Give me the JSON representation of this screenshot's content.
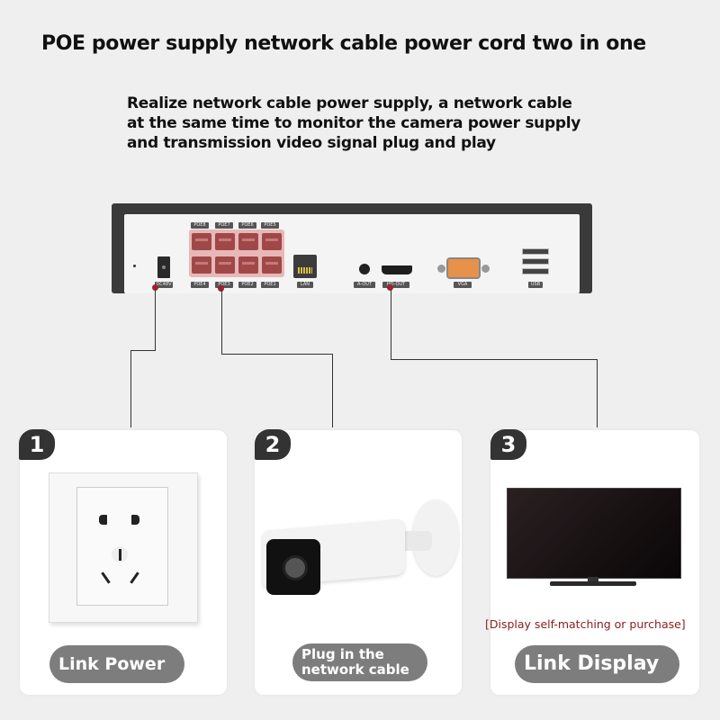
{
  "header": {
    "title": "POE power supply network cable power cord two in one",
    "subtitle_lines": [
      "Realize network cable power supply, a network cable",
      "at the same time to monitor the camera power supply",
      "and transmission video signal plug and play"
    ]
  },
  "nvr": {
    "poe_top_labels": [
      "POE8",
      "POE7",
      "POE6",
      "POE5"
    ],
    "poe_bottom_labels": [
      "POE4",
      "POE3",
      "POE2",
      "POE1"
    ],
    "dc_label": "DC48V",
    "lan_label": "LAN",
    "aout_label": "A-OUT",
    "hdout_label": "HD-OUT",
    "vga_label": "VGA",
    "usb_label": "USB",
    "marker_color": "#a02030"
  },
  "steps": [
    {
      "number": "1",
      "label": "Link Power",
      "icon": "power-socket-icon"
    },
    {
      "number": "2",
      "label_lines": [
        "Plug in the",
        "network cable"
      ],
      "icon": "bullet-camera-icon"
    },
    {
      "number": "3",
      "label": "Link Display",
      "icon": "monitor-icon",
      "note": "[Display self-matching or purchase]"
    }
  ],
  "colors": {
    "background": "#efefef",
    "pill": "#7d7d7d",
    "badge": "#333333",
    "note": "#8a1c1c",
    "poe_port": "#a04848"
  }
}
